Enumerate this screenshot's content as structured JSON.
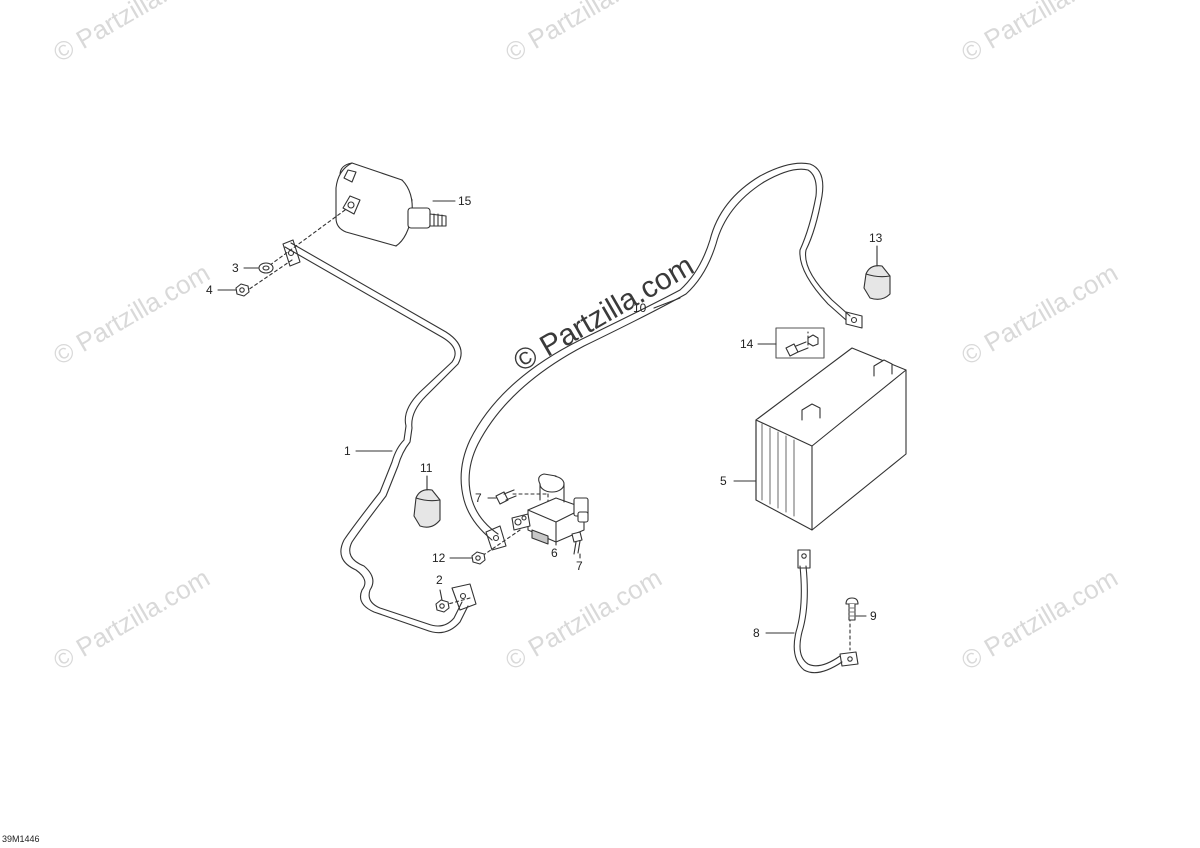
{
  "watermarks": {
    "repeat_text": "© Partzilla.com",
    "center_text": "© Partzilla.com"
  },
  "figure_code": "39M1446",
  "callouts": [
    "1",
    "2",
    "3",
    "4",
    "5",
    "6",
    "7",
    "7",
    "8",
    "9",
    "10",
    "11",
    "12",
    "13",
    "14",
    "15"
  ],
  "colors": {
    "line": "#333333",
    "part_fill": "#ffffff",
    "part_shade": "#c8c8c8",
    "watermark": "#d9d9d9"
  }
}
